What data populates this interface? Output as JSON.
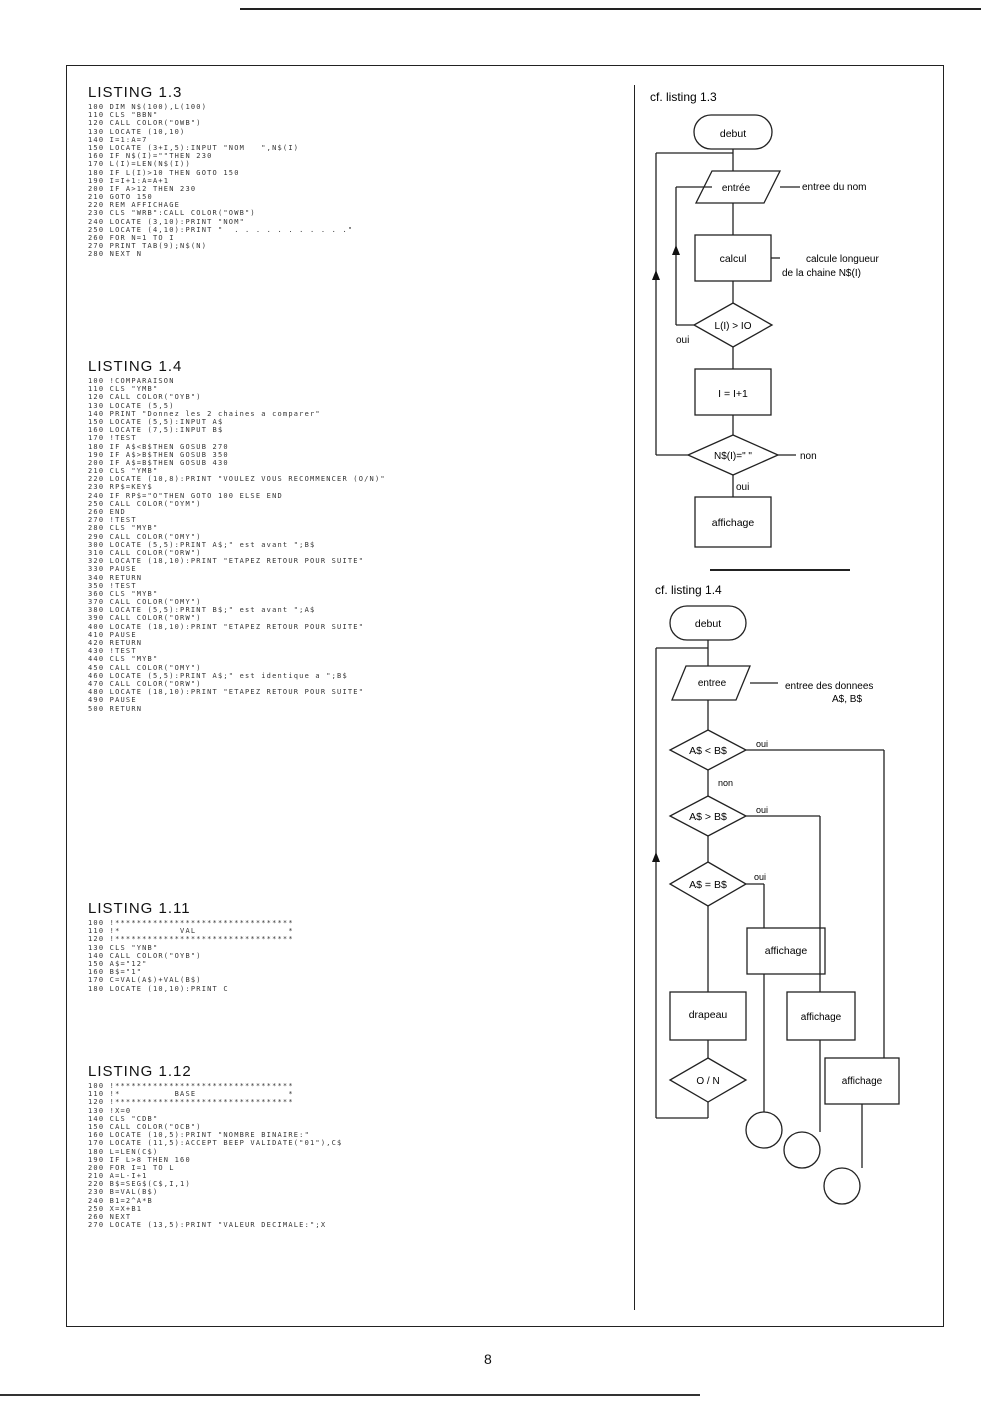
{
  "listings": [
    {
      "title": "LISTING 1.3",
      "lines": [
        "100 DIM N$(100),L(100)",
        "110 CLS \"BBN\"",
        "120 CALL COLOR(\"OWB\")",
        "130 LOCATE (10,10)",
        "140 I=1:A=7",
        "150 LOCATE (3+I,5):INPUT \"NOM   \",N$(I)",
        "160 IF N$(I)=\"\"THEN 230",
        "170 L(I)=LEN(N$(I))",
        "180 IF L(I)>10 THEN GOTO 150",
        "190 I=I+1:A=A+1",
        "200 IF A>12 THEN 230",
        "210 GOTO 150",
        "220 REM AFFICHAGE",
        "230 CLS \"WRB\":CALL COLOR(\"OWB\")",
        "240 LOCATE (3,10):PRINT \"NOM\"",
        "250 LOCATE (4,10):PRINT \"  . . . . . . . . . . .\"",
        "260 FOR N=1 TO I",
        "270 PRINT TAB(9);N$(N)",
        "280 NEXT N"
      ]
    },
    {
      "title": "LISTING 1.4",
      "lines": [
        "100 !COMPARAISON",
        "110 CLS \"YMB\"",
        "120 CALL COLOR(\"OYB\")",
        "130 LOCATE (5,5)",
        "140 PRINT \"Donnez les 2 chaines a comparer\"",
        "150 LOCATE (5,5):INPUT A$",
        "160 LOCATE (7,5):INPUT B$",
        "170 !TEST",
        "180 IF A$<B$THEN GOSUB 270",
        "190 IF A$>B$THEN GOSUB 350",
        "200 IF A$=B$THEN GOSUB 430",
        "210 CLS \"YMB\"",
        "220 LOCATE (10,8):PRINT \"VOULEZ VOUS RECOMMENCER (O/N)\"",
        "230 RP$=KEY$",
        "240 IF RP$=\"O\"THEN GOTO 100 ELSE END",
        "250 CALL COLOR(\"OYM\")",
        "260 END",
        "270 !TEST",
        "280 CLS \"MYB\"",
        "290 CALL COLOR(\"OMY\")",
        "300 LOCATE (5,5):PRINT A$;\" est avant \";B$",
        "310 CALL COLOR(\"ORW\")",
        "320 LOCATE (18,10):PRINT \"ETAPEZ RETOUR POUR SUITE\"",
        "330 PAUSE",
        "340 RETURN",
        "350 !TEST",
        "360 CLS \"MYB\"",
        "370 CALL COLOR(\"OMY\")",
        "380 LOCATE (5,5):PRINT B$;\" est avant \";A$",
        "390 CALL COLOR(\"ORW\")",
        "400 LOCATE (18,10):PRINT \"ETAPEZ RETOUR POUR SUITE\"",
        "410 PAUSE",
        "420 RETURN",
        "430 !TEST",
        "440 CLS \"MYB\"",
        "450 CALL COLOR(\"OMY\")",
        "460 LOCATE (5,5):PRINT A$;\" est identique a \";B$",
        "470 CALL COLOR(\"ORW\")",
        "480 LOCATE (18,10):PRINT \"ETAPEZ RETOUR POUR SUITE\"",
        "490 PAUSE",
        "500 RETURN"
      ]
    },
    {
      "title": "LISTING 1.11",
      "lines": [
        "100 !*********************************",
        "110 !*           VAL                 *",
        "120 !*********************************",
        "130 CLS \"YNB\"",
        "140 CALL COLOR(\"OYB\")",
        "150 A$=\"12\"",
        "160 B$=\"1\"",
        "170 C=VAL(A$)+VAL(B$)",
        "180 LOCATE (10,10):PRINT C"
      ]
    },
    {
      "title": "LISTING 1.12",
      "lines": [
        "100 !*********************************",
        "110 !*          BASE                 *",
        "120 !*********************************",
        "130 !X=0",
        "140 CLS \"CDB\"",
        "150 CALL COLOR(\"OCB\")",
        "160 LOCATE (10,5):PRINT \"NOMBRE BINAIRE:\"",
        "170 LOCATE (11,5):ACCEPT BEEP VALIDATE(\"01\"),C$",
        "180 L=LEN(C$)",
        "190 IF L>8 THEN 160",
        "200 FOR I=1 TO L",
        "210 A=L-I+1",
        "220 B$=SEG$(C$,I,1)",
        "230 B=VAL(B$)",
        "240 B1=2^A*B",
        "250 X=X+B1",
        "260 NEXT",
        "270 LOCATE (13,5):PRINT \"VALEUR DECIMALE:\";X"
      ]
    }
  ],
  "flowchart1": {
    "ref": "cf. listing 1.3",
    "debut": "debut",
    "entree": "entrée",
    "entree_note": "entree du nom",
    "calcul": "calcul",
    "calcul_note1": "calcule longueur",
    "calcul_note2": "de la chaine N$(I)",
    "decision": "L(I) > IO",
    "oui": "oui",
    "increment": "I = I+1",
    "decision2": "N$(I)=\" \"",
    "non": "non",
    "oui2": "oui",
    "affichage": "affichage"
  },
  "flowchart2": {
    "ref": "cf. listing 1.4",
    "debut": "debut",
    "entree": "entree",
    "entree_note1": "entree des donnees",
    "entree_note2": "A$, B$",
    "cmp1": "A$ < B$",
    "cmp1_oui": "oui",
    "cmp1_non": "non",
    "cmp2": "A$ > B$",
    "cmp2_oui": "oui",
    "cmp3": "A$ = B$",
    "cmp3_oui": "oui",
    "affichage1": "affichage",
    "drapeau": "drapeau",
    "affichage2": "affichage",
    "affichage3": "affichage",
    "on": "O / N"
  },
  "page_number": "8"
}
